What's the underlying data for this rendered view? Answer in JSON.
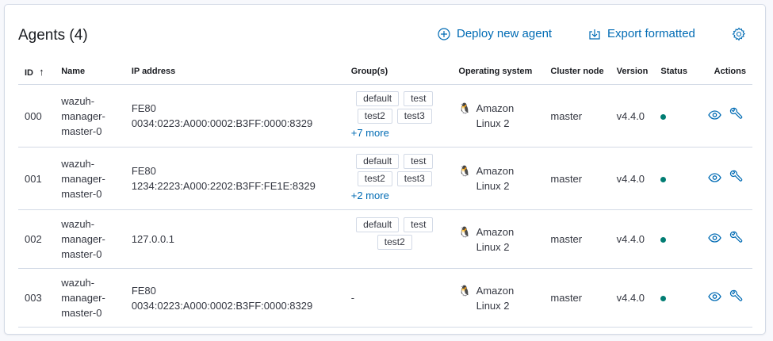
{
  "header": {
    "title": "Agents (4)",
    "deploy_label": "Deploy new agent",
    "export_label": "Export formatted"
  },
  "colors": {
    "accent": "#006bb4",
    "status_active": "#017d73",
    "border": "#d3dae6"
  },
  "table": {
    "columns": {
      "id": "ID",
      "name": "Name",
      "ip": "IP address",
      "groups": "Group(s)",
      "os": "Operating system",
      "node": "Cluster node",
      "version": "Version",
      "status": "Status",
      "actions": "Actions"
    },
    "sort": {
      "column": "id",
      "direction": "ascending",
      "icon": "arrow-up-icon"
    },
    "rows": [
      {
        "id": "000",
        "name": "wazuh-manager-master-0",
        "name_lines": [
          "wazuh-",
          "manager-",
          "master-0"
        ],
        "ip": "FE80 0034:0223:A000:0002:B3FF:0000:8329",
        "groups": [
          "default",
          "test",
          "test2",
          "test3"
        ],
        "more": "+7 more",
        "os_icon": "linux-icon",
        "os_lines": [
          "Amazon",
          "Linux 2"
        ],
        "node": "master",
        "version": "v4.4.0",
        "status": "active"
      },
      {
        "id": "001",
        "name": "wazuh-manager-master-0",
        "name_lines": [
          "wazuh-",
          "manager-",
          "master-0"
        ],
        "ip": "FE80 1234:2223:A000:2202:B3FF:FE1E:8329",
        "groups": [
          "default",
          "test",
          "test2",
          "test3"
        ],
        "more": "+2 more",
        "os_icon": "linux-icon",
        "os_lines": [
          "Amazon",
          "Linux 2"
        ],
        "node": "master",
        "version": "v4.4.0",
        "status": "active"
      },
      {
        "id": "002",
        "name": "wazuh-manager-master-0",
        "name_lines": [
          "wazuh-",
          "manager-",
          "master-0"
        ],
        "ip": "127.0.0.1",
        "groups": [
          "default",
          "test",
          "test2"
        ],
        "more": null,
        "os_icon": "linux-icon",
        "os_lines": [
          "Amazon",
          "Linux 2"
        ],
        "node": "master",
        "version": "v4.4.0",
        "status": "active"
      },
      {
        "id": "003",
        "name": "wazuh-manager-master-0",
        "name_lines": [
          "wazuh-",
          "manager-",
          "master-0"
        ],
        "ip": "FE80 0034:0223:A000:0002:B3FF:0000:8329",
        "groups_empty": "-",
        "groups": [],
        "more": null,
        "os_icon": "linux-icon",
        "os_lines": [
          "Amazon",
          "Linux 2"
        ],
        "node": "master",
        "version": "v4.4.0",
        "status": "active"
      }
    ]
  }
}
